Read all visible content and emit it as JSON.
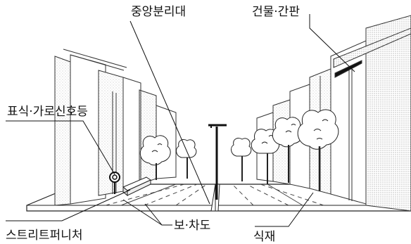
{
  "labels": {
    "median": "중앙분리대",
    "building_sign": "건물·간판",
    "signal": "표식·가로신호등",
    "street_furniture": "스트리트퍼니처",
    "road": "보·차도",
    "planting": "식재"
  }
}
